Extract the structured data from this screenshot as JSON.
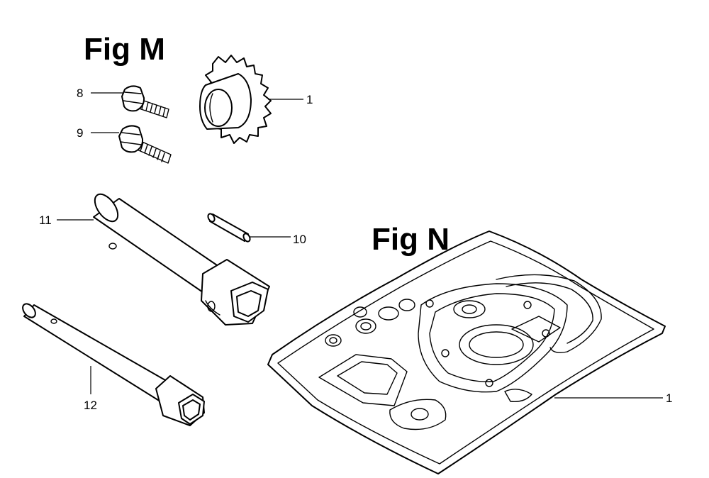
{
  "figures": [
    {
      "title": "Fig M"
    },
    {
      "title": "Fig N"
    }
  ],
  "callouts": {
    "fig_m_gear": "1",
    "fig_m_bolt_top": "8",
    "fig_m_bolt_bottom": "9",
    "fig_m_pin": "10",
    "fig_m_socket_wrench": "11",
    "fig_m_tommy_bar": "12",
    "fig_n_gasket_set": "1"
  },
  "parts": [
    {
      "callout": "1",
      "icon": "gear-icon"
    },
    {
      "callout": "8",
      "icon": "bolt-icon"
    },
    {
      "callout": "9",
      "icon": "bolt-icon"
    },
    {
      "callout": "10",
      "icon": "pin-icon"
    },
    {
      "callout": "11",
      "icon": "socket-wrench-icon"
    },
    {
      "callout": "12",
      "icon": "tommy-bar-icon"
    },
    {
      "callout": "1",
      "icon": "gasket-set-icon"
    }
  ]
}
